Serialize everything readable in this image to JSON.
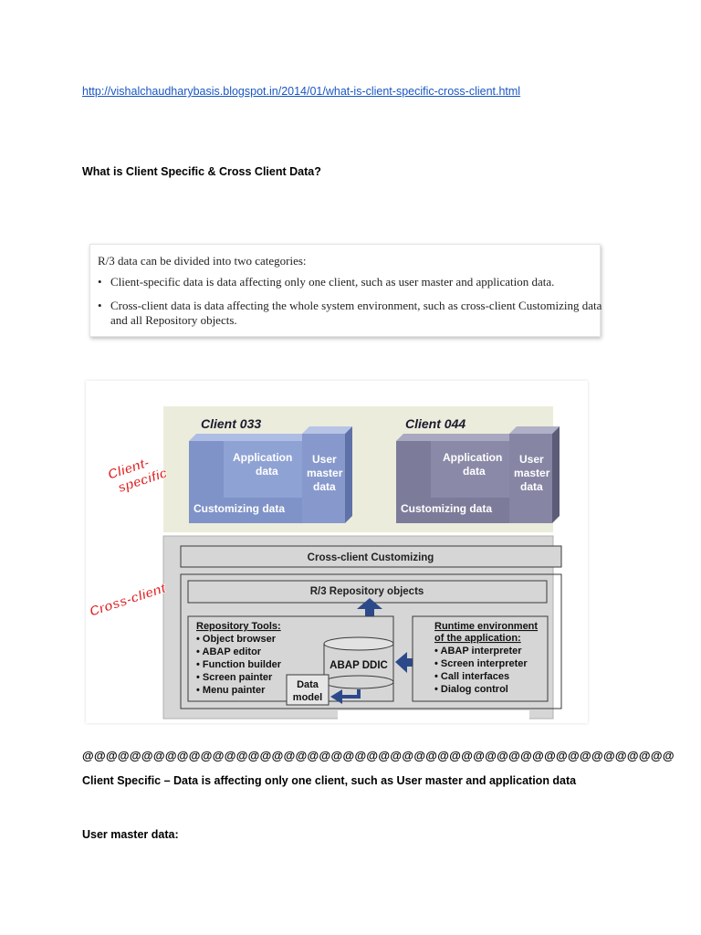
{
  "link": {
    "text": "http://vishalchaudharybasis.blogspot.in/2014/01/what-is-client-specific-cross-client.html"
  },
  "heading": "What is Client Specific & Cross Client Data?",
  "box": {
    "intro": "R/3 data can be divided into two categories:",
    "bullet_symbol": "•",
    "bullets": [
      "Client-specific data is data affecting only one client, such as user master and application data.",
      "Cross-client data is data affecting the whole system environment, such as cross-client Customizing data and all Repository objects."
    ]
  },
  "diagram": {
    "client_specific_label_1": "Client-",
    "client_specific_label_2": "specific",
    "cross_client_label": "Cross-client",
    "clients": [
      {
        "title": "Client 033",
        "app_1": "Application",
        "app_2": "data",
        "user_1": "User",
        "user_2": "master",
        "user_3": "data",
        "customizing": "Customizing data"
      },
      {
        "title": "Client 044",
        "app_1": "Application",
        "app_2": "data",
        "user_1": "User",
        "user_2": "master",
        "user_3": "data",
        "customizing": "Customizing data"
      }
    ],
    "cross_client_customizing": "Cross-client Customizing",
    "repository_objects": "R/3 Repository objects",
    "tools_title": "Repository Tools:",
    "tools": [
      "• Object browser",
      "• ABAP editor",
      "• Function builder",
      "• Screen painter",
      "• Menu painter"
    ],
    "ddic": "ABAP DDIC",
    "data_model_1": "Data",
    "data_model_2": "model",
    "runtime_title_1": "Runtime environment",
    "runtime_title_2": "of the application:",
    "runtime": [
      "• ABAP interpreter",
      "• Screen interpreter",
      "• Call interfaces",
      "• Dialog control"
    ],
    "colors": {
      "blue_box": "#7f93c8",
      "gray_box": "#7c7c9a",
      "top_bg": "#ececdc",
      "bottom_bg": "#d6d6d6",
      "arrow": "#2c4a8a",
      "red_label": "#e02020"
    }
  },
  "separator": "@@@@@@@@@@@@@@@@@@@@@@@@@@@@@@@@@@@@@@@@@@@@@@@@@@",
  "client_specific_line": "Client Specific – Data is affecting only one client, such as User master and application data",
  "user_master_heading": "User master data:"
}
